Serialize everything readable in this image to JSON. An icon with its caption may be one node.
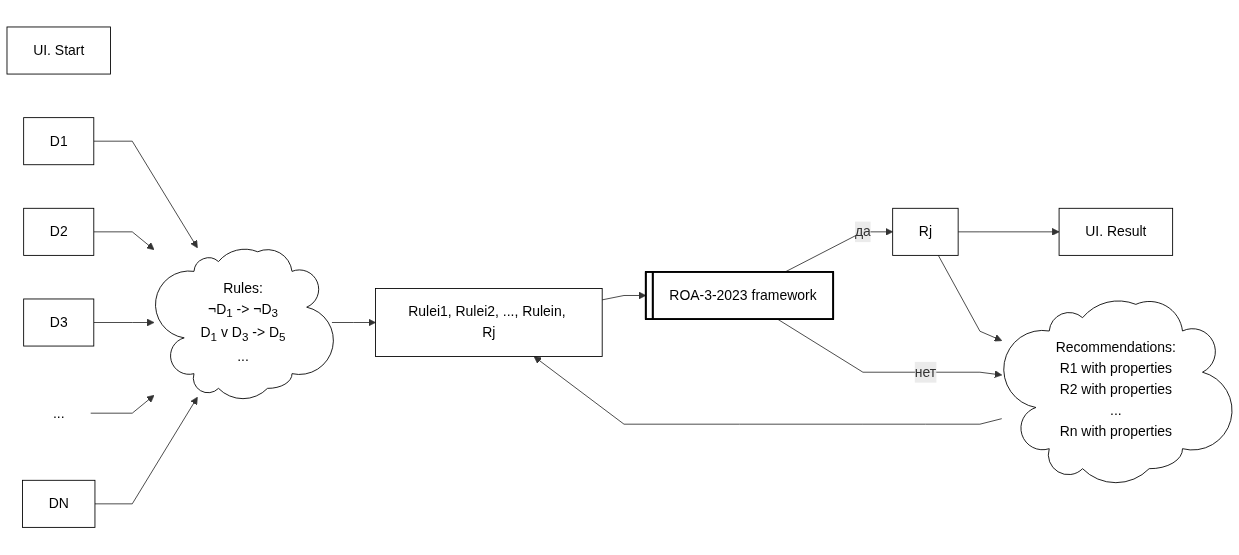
{
  "diagram": {
    "nodes": [
      {
        "text": [
          "UI. Start"
        ]
      },
      {
        "text": [
          "D1"
        ]
      },
      {
        "text": [
          "D2"
        ]
      },
      {
        "text": [
          "D3"
        ]
      },
      {
        "text": [
          "..."
        ]
      },
      {
        "text": [
          "DN"
        ]
      },
      {
        "text": [
          "Rules:",
          "¬D$_{1}$ -> ¬D$_{3}$",
          "D$_{1}$ v D$_{3}$ -> D$_{5}$",
          "..."
        ]
      },
      {
        "text": [
          "Rulei1, Rulei2, ..., Rulein, Rj"
        ]
      },
      {
        "text": [
          "ROA-3-2023 framework"
        ]
      },
      {
        "text": [
          "Rj"
        ]
      },
      {
        "text": [
          "Recommendations:",
          "R1 with properties",
          "R2 with properties",
          "...",
          "Rn with properties"
        ]
      },
      {
        "text": [
          "UI. Result"
        ]
      }
    ],
    "edges": [
      {
        "from": 1,
        "to": 6,
        "arrow": "to"
      },
      {
        "from": 2,
        "to": 6,
        "arrow": "to"
      },
      {
        "from": 3,
        "to": 6,
        "arrow": "to"
      },
      {
        "from": 4,
        "to": 6,
        "arrow": "to"
      },
      {
        "from": 5,
        "to": 6,
        "arrow": "to"
      },
      {
        "from": 6,
        "to": 7,
        "arrow": "to"
      },
      {
        "from": 7,
        "to": 8,
        "arrow": "to"
      },
      {
        "from": 8,
        "to": 9,
        "label": "да",
        "arrow": "to"
      },
      {
        "from": 8,
        "to": 10,
        "label": "нет",
        "arrow": "to"
      },
      {
        "from": 9,
        "to": 11,
        "arrow": "to"
      },
      {
        "from": 10,
        "to": 7,
        "arrow": "to"
      },
      {
        "from": 9,
        "to": 10,
        "arrow": "to"
      }
    ]
  }
}
